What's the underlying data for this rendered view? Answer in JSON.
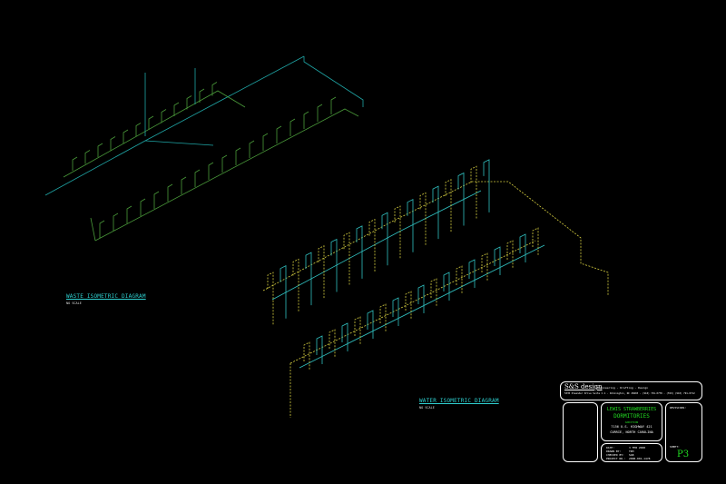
{
  "diagrams": {
    "waste": {
      "title": "WASTE ISOMETRIC DIAGRAM",
      "scale": "NO SCALE"
    },
    "water": {
      "title": "WATER ISOMETRIC DIAGRAM",
      "scale": "NO SCALE"
    }
  },
  "title_block": {
    "firm_logo": "S&S design",
    "firm_tagline": "Engineering · Drafting · Design",
    "firm_address": "5335 Oleander Drive Suite C-1  ·  Wilmington, NC 28403  ·  (910) 791-0778  ·  (FAX) (910) 791-0712",
    "project_name": "LEWIS STRAWBERRIES",
    "project_subtitle": "DORMITORIES",
    "project_note": "ADDITION",
    "project_address1": "7156 U.S. HIGHWAY 421",
    "project_address2": "CURRIE, NORTH CAROLINA",
    "date_label": "DATE:",
    "date_value": "3 FEB 2008",
    "drawn_label": "DRAWN BY:",
    "drawn_value": "TRH",
    "checked_label": "CHECKED BY:",
    "checked_value": "SAB",
    "project_no_label": "PROJECT NO.:",
    "project_no_value": "2008-001-1478",
    "revisions_label": "REVISIONS:",
    "sheet_label": "SHEET:",
    "sheet_value": "P3"
  },
  "colors": {
    "waste_pipe": "#1fa5a5",
    "waste_branch": "#4a9a3a",
    "water_hot": "#d8d040",
    "water_cold": "#30c0c0",
    "highlight": "#22dd22"
  }
}
